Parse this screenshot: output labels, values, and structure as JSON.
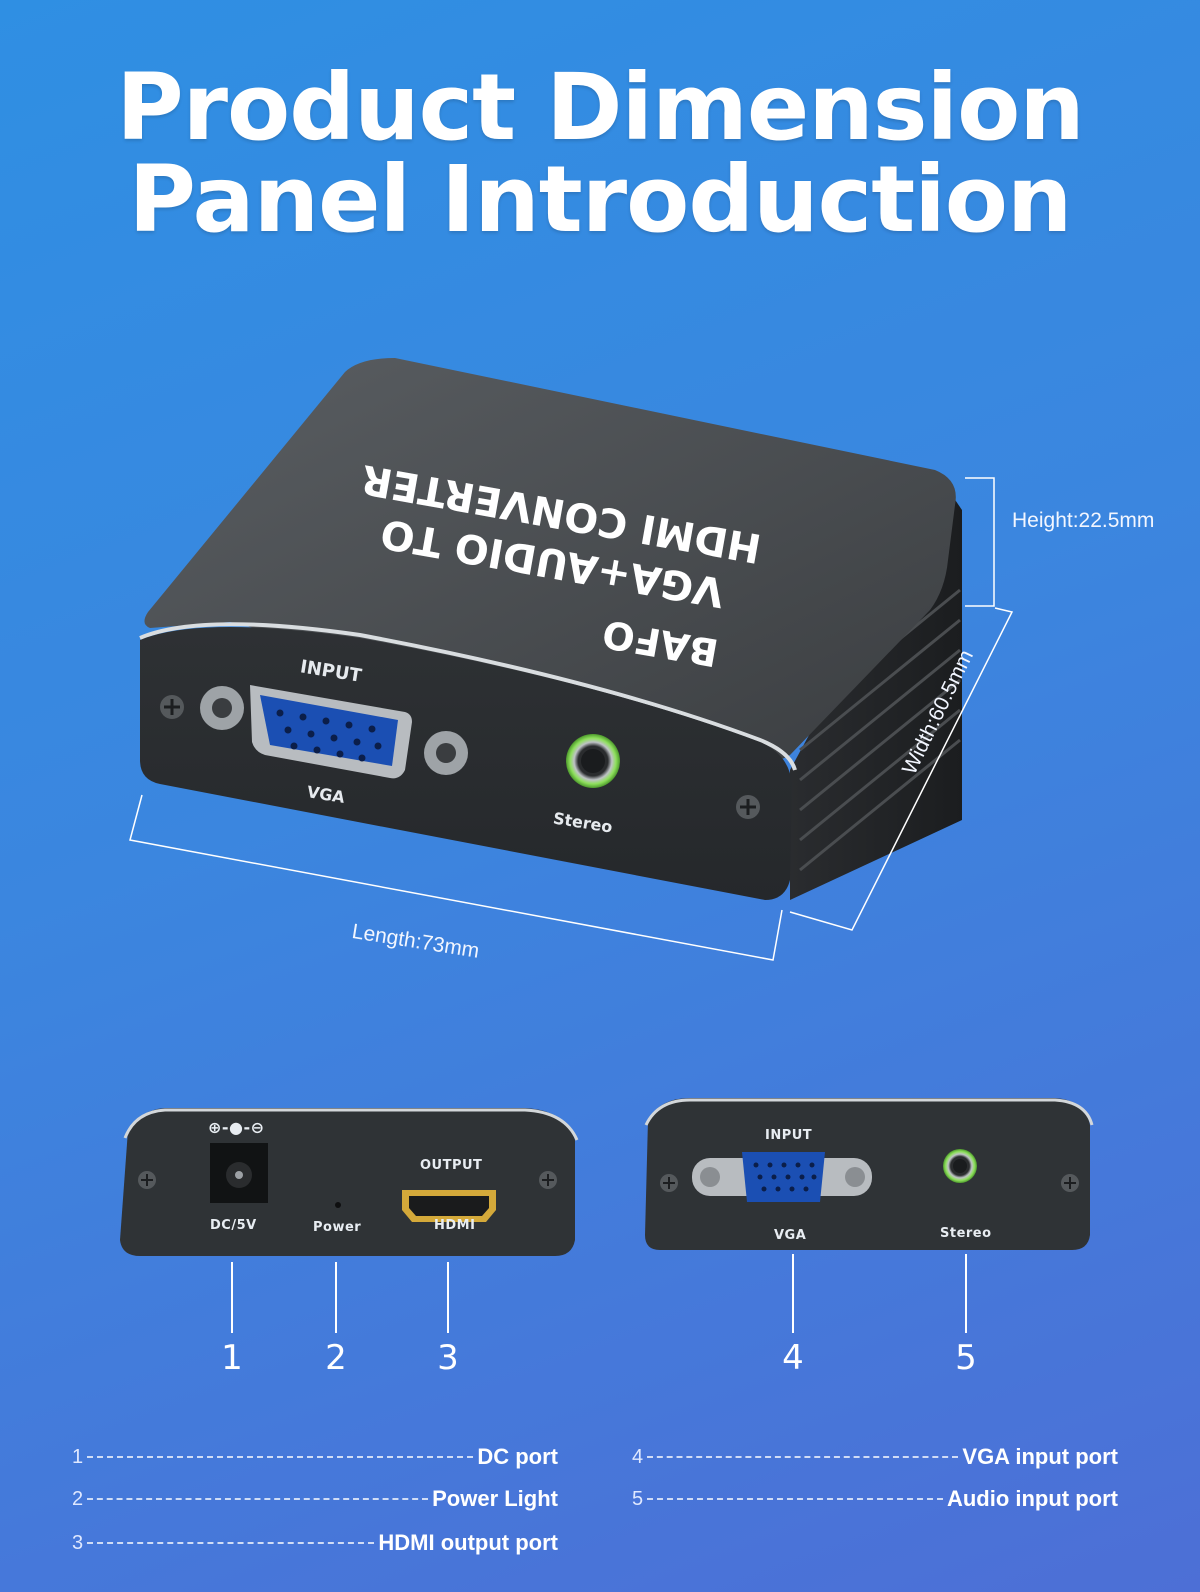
{
  "title": {
    "line1": "Product Dimension",
    "line2": "Panel Introduction"
  },
  "device": {
    "top_text_line1": "VGA+AUDIO TO",
    "top_text_line2": "HDMI CONVERTER",
    "brand": "BAFO",
    "front_input_label": "INPUT",
    "front_vga_label": "VGA",
    "front_stereo_label": "Stereo"
  },
  "dimensions": {
    "height": "Height:22.5mm",
    "width": "Width:60.5mm",
    "length": "Length:73mm"
  },
  "left_panel": {
    "polarity": "⊕-●-⊖",
    "dc_label": "DC/5V",
    "power_label": "Power",
    "output_label": "OUTPUT",
    "hdmi_label": "HDMI"
  },
  "right_panel": {
    "input_label": "INPUT",
    "vga_label": "VGA",
    "stereo_label": "Stereo"
  },
  "callouts": [
    "1",
    "2",
    "3",
    "4",
    "5"
  ],
  "legend": [
    {
      "num": "1",
      "text": "DC port"
    },
    {
      "num": "2",
      "text": "Power Light"
    },
    {
      "num": "3",
      "text": "HDMI output port"
    },
    {
      "num": "4",
      "text": "VGA input port"
    },
    {
      "num": "5",
      "text": "Audio input port"
    }
  ],
  "colors": {
    "background_top": "#2f8fe3",
    "background_bottom": "#4d6fd6",
    "device_body": "#3a3d40",
    "vga_blue": "#1b4fb3",
    "audio_green": "#7ed957",
    "hdmi_gold": "#d4a93a"
  }
}
